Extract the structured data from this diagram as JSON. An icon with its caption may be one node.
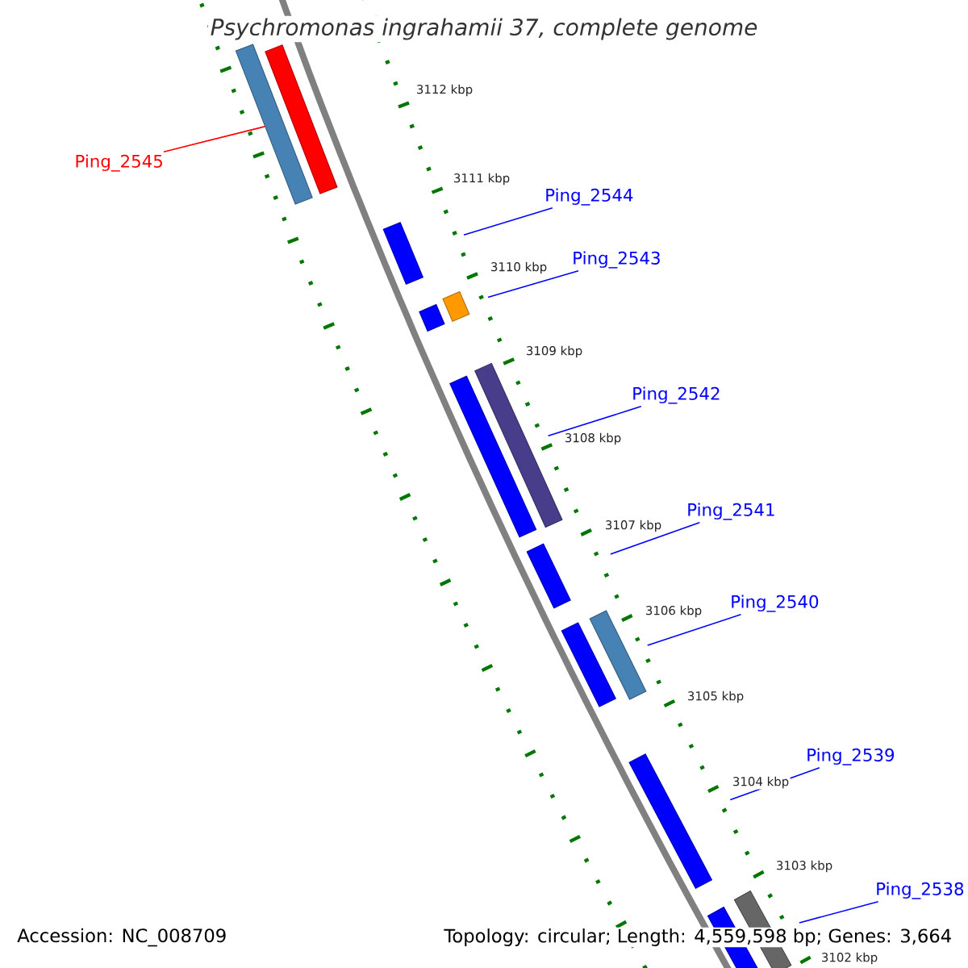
{
  "diagram": {
    "title": "*Psychromonas ingrahamii* 37, complete genome",
    "nodes": [
      {
        "text": [
          "Ping_2545"
        ]
      },
      {
        "text": [
          "Ping_2544"
        ]
      },
      {
        "text": [
          "Ping_2543"
        ]
      },
      {
        "text": [
          "Ping_2542"
        ]
      },
      {
        "text": [
          "Ping_2541"
        ]
      },
      {
        "text": [
          "Ping_2540"
        ]
      },
      {
        "text": [
          "Ping_2539"
        ]
      },
      {
        "text": [
          "Ping_2538"
        ]
      },
      {
        "text": [],
        "shape": "bar"
      },
      {
        "text": [],
        "shape": "bar"
      },
      {
        "text": [],
        "shape": "bar"
      },
      {
        "text": [],
        "shape": "bar"
      },
      {
        "text": [],
        "shape": "bar"
      },
      {
        "text": [],
        "shape": "bar"
      },
      {
        "text": [],
        "shape": "bar"
      },
      {
        "text": [],
        "shape": "bar"
      },
      {
        "text": [],
        "shape": "bar"
      },
      {
        "text": [],
        "shape": "bar"
      },
      {
        "text": [],
        "shape": "bar"
      },
      {
        "text": [],
        "shape": "bar"
      },
      {
        "text": [],
        "shape": "bar"
      }
    ],
    "edges": [
      {
        "from": 0,
        "to": 8,
        "arrow": "none",
        "color": "#ff0000"
      },
      {
        "from": 1,
        "to": 10,
        "arrow": "none"
      },
      {
        "from": 2,
        "to": 12,
        "arrow": "none"
      },
      {
        "from": 3,
        "to": 14,
        "arrow": "none"
      },
      {
        "from": 4,
        "to": 15,
        "arrow": "none"
      },
      {
        "from": 5,
        "to": 17,
        "arrow": "none"
      },
      {
        "from": 6,
        "to": 18,
        "arrow": "none"
      },
      {
        "from": 7,
        "to": 20,
        "arrow": "none"
      }
    ],
    "labels": [
      "3112 kbp",
      "3111 kbp",
      "3110 kbp",
      "3109 kbp",
      "3108 kbp",
      "3107 kbp",
      "3106 kbp",
      "3105 kbp",
      "3104 kbp",
      "3103 kbp",
      "3102 kbp",
      "Accession: NC_008709",
      "Topology: circular; Length: 4,559,598 bp; Genes: 3,664"
    ]
  }
}
